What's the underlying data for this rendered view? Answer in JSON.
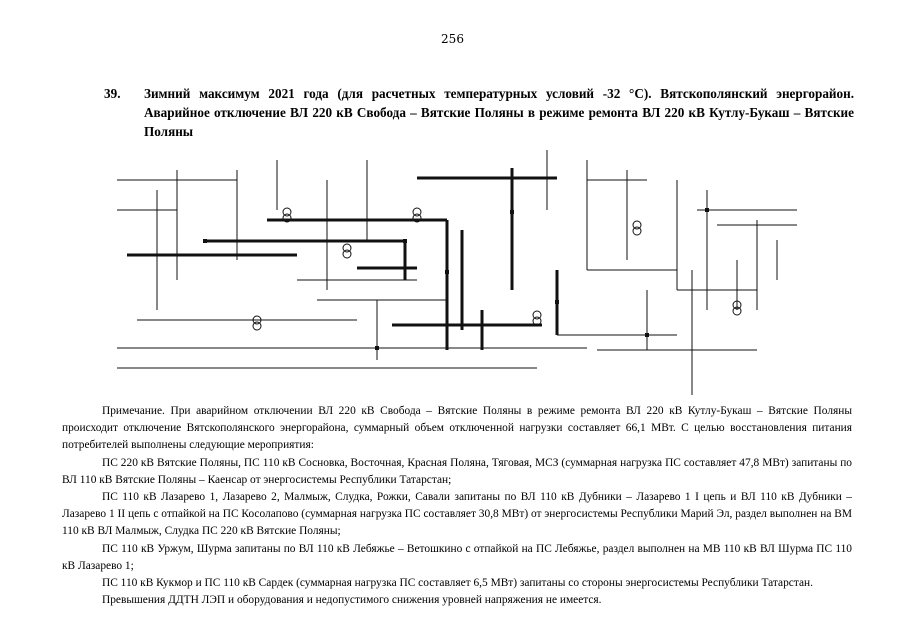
{
  "page_number": "256",
  "heading": {
    "number": "39.",
    "text": "Зимний максимум 2021 года (для расчетных температурных условий -32 °С). Вятскополянский энергорайон. Аварийное отключение ВЛ 220 кВ Свобода – Вятские Поляны в режиме ремонта ВЛ 220 кВ Кутлу-Букаш – Вятские Поляны"
  },
  "diagram": {
    "description": "схема"
  },
  "notes": [
    "Примечание. При аварийном отключении ВЛ 220 кВ Свобода – Вятские Поляны в режиме ремонта ВЛ 220 кВ Кутлу-Букаш – Вятские Поляны происходит отключение Вятскополянского энергорайона, суммарный объем отключенной нагрузки составляет 66,1 МВт. С целью восстановления питания потребителей выполнены следующие мероприятия:",
    "ПС 220 кВ Вятские Поляны, ПС 110 кВ Сосновка, Восточная, Красная Поляна, Тяговая, МСЗ (суммарная нагрузка ПС составляет 47,8 МВт) запитаны по ВЛ 110 кВ Вятские Поляны – Каенсар от энергосистемы Республики Татарстан;",
    "ПС 110 кВ Лазарево 1, Лазарево 2, Малмыж, Слудка, Рожки, Савали запитаны по ВЛ 110 кВ Дубники – Лазарево 1 I цепь и ВЛ 110 кВ Дубники – Лазарево 1 II цепь с отпайкой на ПС Косолапово (суммарная нагрузка ПС составляет 30,8 МВт) от энергосистемы Республики Марий Эл, раздел выполнен на ВМ 110 кВ ВЛ Малмыж, Слудка ПС 220 кВ Вятские Поляны;",
    "ПС 110 кВ Уржум, Шурма запитаны по ВЛ 110 кВ Лебяжье – Ветошкино с отпайкой на ПС Лебяжье, раздел выполнен на МВ 110 кВ ВЛ Шурма ПС 110 кВ Лазарево 1;",
    "ПС 110 кВ Кукмор и ПС 110 кВ Сардек (суммарная нагрузка ПС составляет 6,5 МВт) запитаны со стороны энергосистемы Республики Татарстан.",
    "Превышения ДДТН ЛЭП и оборудования и недопустимого снижения уровней напряжения не имеется."
  ]
}
